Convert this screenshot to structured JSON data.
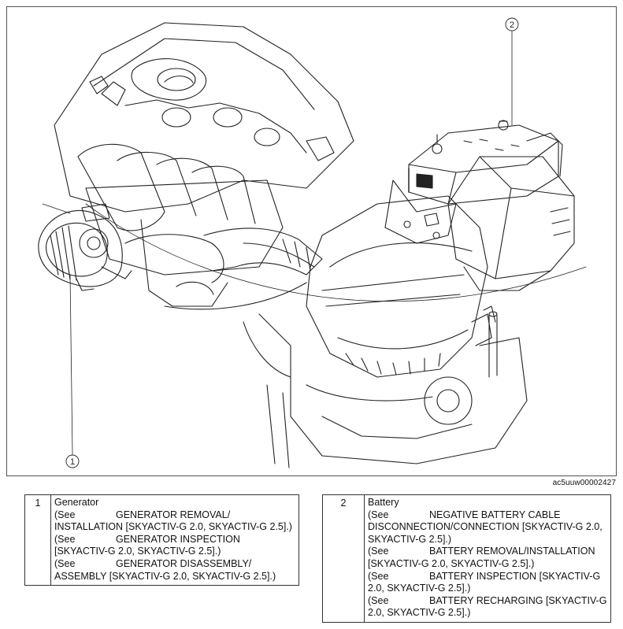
{
  "figure": {
    "figure_id": "ac5uuw00002427",
    "callouts": [
      {
        "number": "1",
        "part": "Generator"
      },
      {
        "number": "2",
        "part": "Battery"
      }
    ]
  },
  "legend": [
    {
      "number": "1",
      "title": "Generator",
      "refs": [
        {
          "prefix": "(See",
          "text": "GENERATOR REMOVAL/ INSTALLATION [SKYACTIV-G 2.0, SKYACTIV-G 2.5].)"
        },
        {
          "prefix": "(See",
          "text": "GENERATOR INSPECTION [SKYACTIV-G 2.0, SKYACTIV-G 2.5].)"
        },
        {
          "prefix": "(See",
          "text": "GENERATOR DISASSEMBLY/ ASSEMBLY [SKYACTIV-G 2.0, SKYACTIV-G 2.5].)"
        }
      ]
    },
    {
      "number": "2",
      "title": "Battery",
      "refs": [
        {
          "prefix": "(See",
          "text": "NEGATIVE BATTERY CABLE DISCONNECTION/CONNECTION [SKYACTIV-G 2.0, SKYACTIV-G 2.5].)"
        },
        {
          "prefix": "(See",
          "text": "BATTERY REMOVAL/INSTALLATION [SKYACTIV-G 2.0, SKYACTIV-G 2.5].)"
        },
        {
          "prefix": "(See",
          "text": "BATTERY INSPECTION [SKYACTIV-G 2.0, SKYACTIV-G 2.5].)"
        },
        {
          "prefix": "(See",
          "text": "BATTERY RECHARGING [SKYACTIV-G 2.0, SKYACTIV-G 2.5].)"
        }
      ]
    }
  ]
}
